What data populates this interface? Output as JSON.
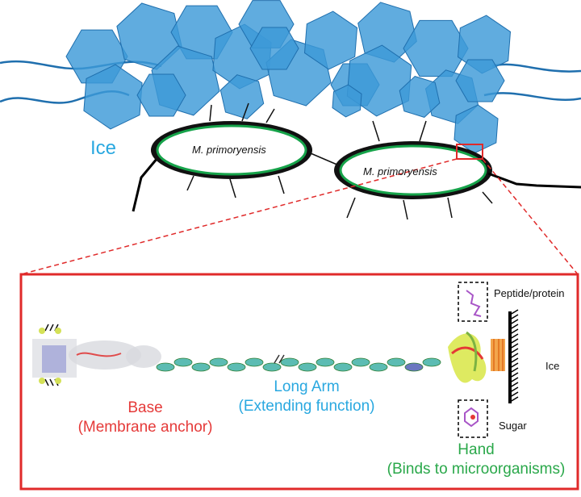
{
  "top": {
    "ice_label": "Ice",
    "cell_1": "M. primoryensis",
    "cell_2": "M. primoryensis"
  },
  "detail": {
    "base_title": "Base",
    "base_sub": "(Membrane anchor)",
    "arm_title": "Long Arm",
    "arm_sub": "(Extending function)",
    "hand_title": "Hand",
    "hand_sub": "(Binds to microorganisms)",
    "peptide": "Peptide/protein",
    "ice": "Ice",
    "sugar": "Sugar"
  },
  "colors": {
    "ice": "#3d9ad8",
    "ice_edge": "#1f6fae",
    "frame": "#e02a2a",
    "membrane": "#16a34a",
    "base_text": "#e53a39",
    "arm_text": "#29a8e0",
    "hand_text": "#2aa84a"
  }
}
